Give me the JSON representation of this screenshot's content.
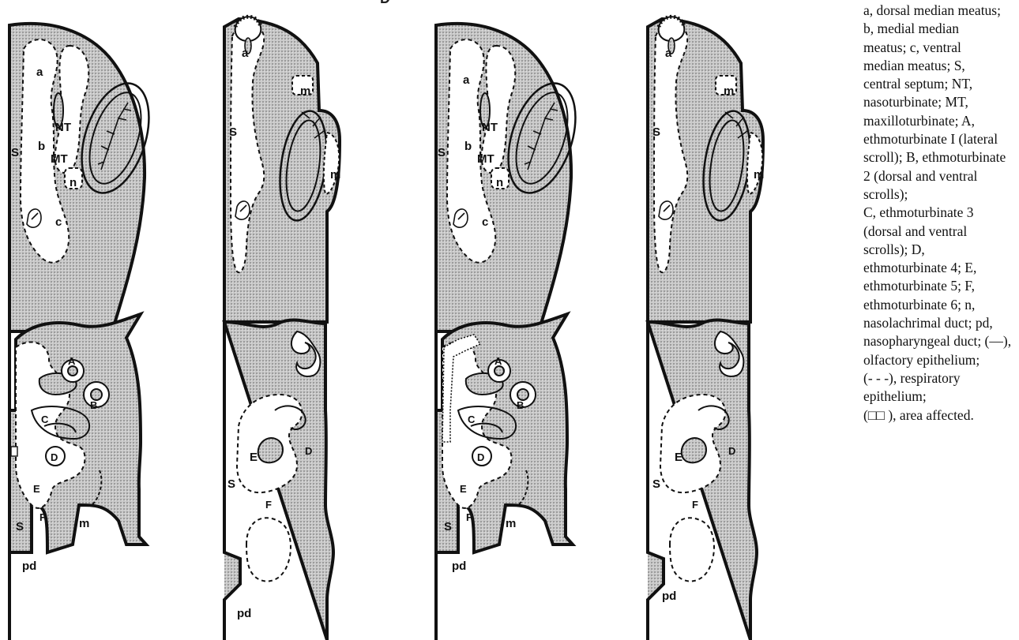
{
  "figure": {
    "top_label": "D",
    "panels_top": [
      {
        "labels": [
          "a",
          "b",
          "S",
          "NT",
          "MT",
          "n",
          "c"
        ]
      },
      {
        "labels": [
          "a",
          "m",
          "S",
          "m"
        ]
      },
      {
        "labels": [
          "a",
          "b",
          "S",
          "NT",
          "MT",
          "n",
          "c"
        ]
      },
      {
        "labels": [
          "a",
          "m",
          "S",
          "m"
        ]
      }
    ],
    "panels_bottom": [
      {
        "labels": [
          "A",
          "B",
          "C",
          "D",
          "E",
          "S",
          "F",
          "m",
          "pd"
        ]
      },
      {
        "labels": [
          "S",
          "E",
          "D",
          "F",
          "pd"
        ]
      },
      {
        "labels": [
          "A",
          "B",
          "C",
          "D",
          "E",
          "S",
          "F",
          "m",
          "pd"
        ]
      },
      {
        "labels": [
          "S",
          "E",
          "D",
          "F",
          "pd"
        ]
      }
    ]
  },
  "legend": {
    "lines": [
      "a, dorsal median meatus;",
      "b, medial median",
      "meatus; c, ventral",
      "median meatus; S,",
      "central septum; NT,",
      "nasoturbinate; MT,",
      "maxilloturbinate; A,",
      "ethmoturbinate I (lateral",
      "scroll); B, ethmoturbinate",
      "2 (dorsal and ventral",
      "scrolls);",
      "C, ethmoturbinate 3",
      "(dorsal and ventral",
      "scrolls); D,",
      "ethmoturbinate 4; E,",
      "ethmoturbinate 5; F,",
      "ethmoturbinate 6; n,",
      "nasolachrimal duct; pd,",
      "nasopharyngeal duct; (—),",
      "olfactory epithelium;",
      "(- - -), respiratory",
      "epithelium;",
      "(□□ ), area affected."
    ]
  }
}
